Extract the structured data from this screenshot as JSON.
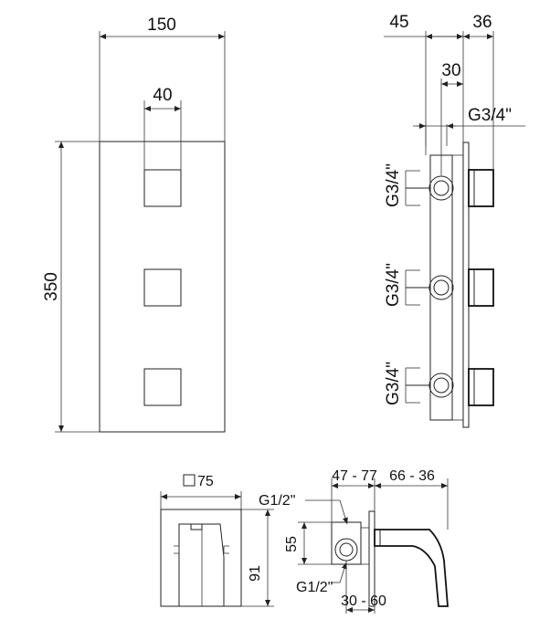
{
  "front_view": {
    "width_label": "150",
    "knob_label": "40",
    "height_label": "350"
  },
  "side_view": {
    "depth_label": "45",
    "protrusion_label": "36",
    "inner_label": "30",
    "thread_top_label": "G3/4\"",
    "ports": [
      "G3/4\"",
      "G3/4\"",
      "G3/4\""
    ]
  },
  "small_front_view": {
    "square_label": "75",
    "height_label": "91"
  },
  "small_side_view": {
    "depth_range_label": "47 - 77",
    "protrusion_range_label": "66 - 36",
    "inlet_label": "G1/2\"",
    "outlet_label": "G1/2\"",
    "height_label": "55",
    "bottom_range_label": "30 - 60"
  }
}
